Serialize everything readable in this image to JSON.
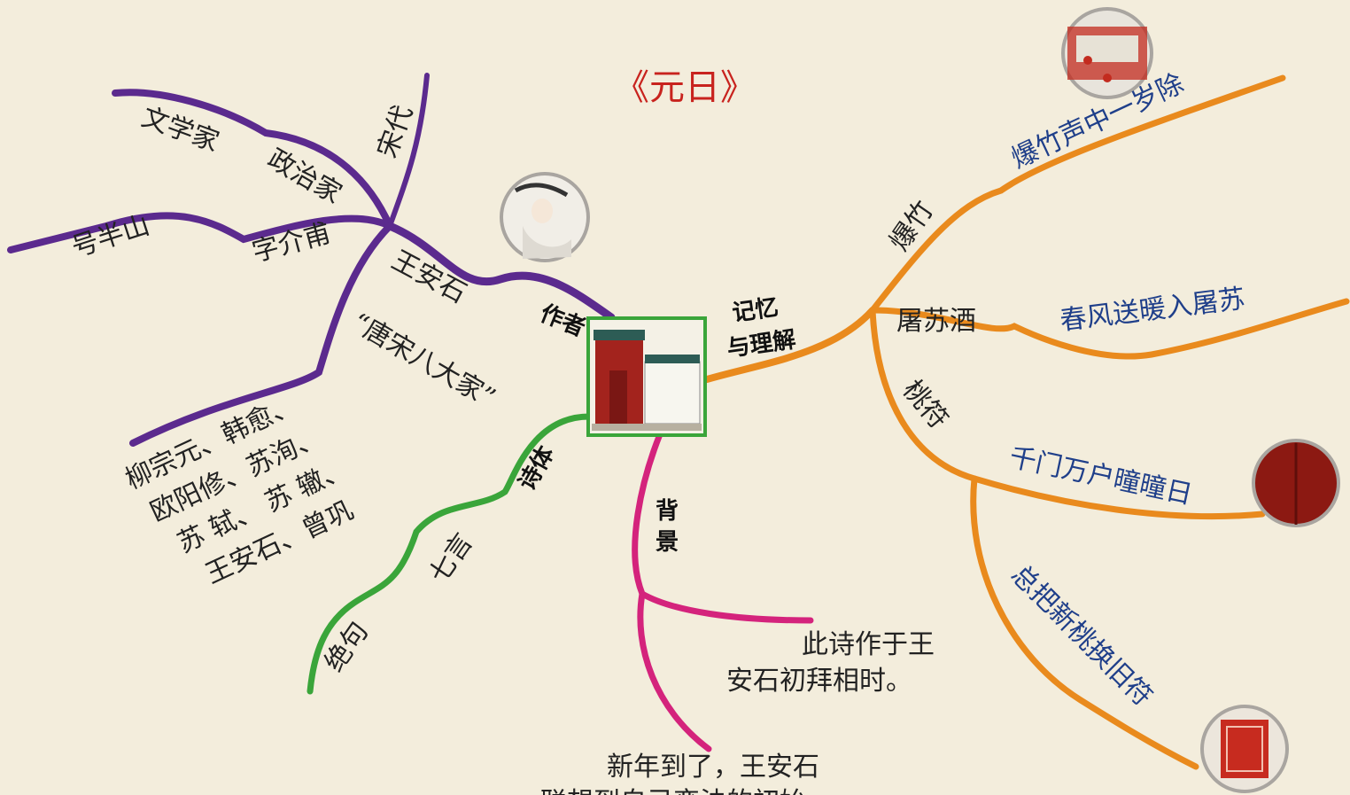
{
  "title": "《元日》",
  "branches": {
    "author": {
      "label": "作者",
      "name": "王安石",
      "zi": "字介甫",
      "hao": "号半山",
      "dynasty": "宋代",
      "roles": [
        "文学家",
        "政治家"
      ],
      "group": "“唐宋八大家”",
      "members": [
        "柳宗元、韩愈、",
        "欧阳修、苏洵、",
        "苏 轼、 苏 辙、",
        "王安石、曾巩"
      ]
    },
    "form": {
      "label": "诗体",
      "type": "七言",
      "subtype": "绝句"
    },
    "background": {
      "label_top": "背",
      "label_bottom": "景",
      "text_lines": [
        "此诗作于王",
        "安石初拜相时。"
      ],
      "bottom_lines": [
        "新年到了，王安石",
        "联想到自己变法的初始"
      ]
    },
    "memory": {
      "label_top": "记忆",
      "label_bottom": "与理解",
      "items": [
        {
          "key": "爆竹",
          "line": "爆竹声中一岁除"
        },
        {
          "key": "屠苏酒",
          "line": "春风送暖入屠苏"
        },
        {
          "key": "桃符",
          "line": "千门万户曈曈日"
        },
        {
          "key": "",
          "line": "总把新桃换旧符"
        }
      ]
    }
  },
  "colors": {
    "author": "#5b2a8e",
    "form": "#3aa53a",
    "background": "#d4237c",
    "memory": "#e98a1d",
    "title": "#c8231e",
    "poem_text": "#1f3f8a"
  }
}
